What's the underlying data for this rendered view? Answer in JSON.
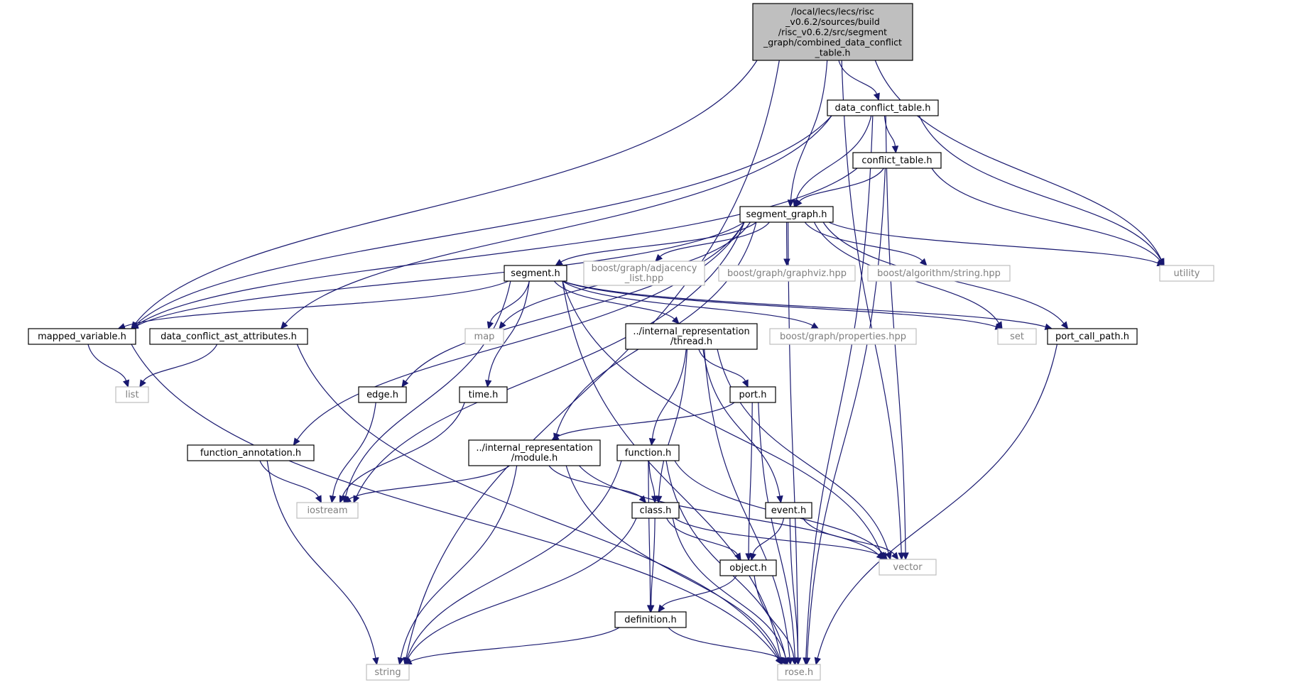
{
  "colors": {
    "edge": "#191970",
    "project_border": "#000000",
    "system_border": "#bfbfbf",
    "system_text": "#7f7f7f",
    "root_fill": "#bfbfbf",
    "background": "#ffffff"
  },
  "nodes": [
    {
      "id": "root",
      "kind": "root",
      "label": [
        "/local/lecs/lecs/risc",
        "_v0.6.2/sources/build",
        "/risc_v0.6.2/src/segment",
        "_graph/combined_data_conflict",
        "_table.h"
      ]
    },
    {
      "id": "dct",
      "kind": "project",
      "label": [
        "data_conflict_table.h"
      ]
    },
    {
      "id": "ct",
      "kind": "project",
      "label": [
        "conflict_table.h"
      ]
    },
    {
      "id": "sg",
      "kind": "project",
      "label": [
        "segment_graph.h"
      ]
    },
    {
      "id": "seg",
      "kind": "project",
      "label": [
        "segment.h"
      ]
    },
    {
      "id": "adj",
      "kind": "system",
      "label": [
        "boost/graph/adjacency",
        "_list.hpp"
      ]
    },
    {
      "id": "gviz",
      "kind": "system",
      "label": [
        "boost/graph/graphviz.hpp"
      ]
    },
    {
      "id": "alg",
      "kind": "system",
      "label": [
        "boost/algorithm/string.hpp"
      ]
    },
    {
      "id": "util",
      "kind": "system",
      "label": [
        "utility"
      ]
    },
    {
      "id": "mv",
      "kind": "project",
      "label": [
        "mapped_variable.h"
      ]
    },
    {
      "id": "dcaa",
      "kind": "project",
      "label": [
        "data_conflict_ast_attributes.h"
      ]
    },
    {
      "id": "map",
      "kind": "system",
      "label": [
        "map"
      ]
    },
    {
      "id": "thr",
      "kind": "project",
      "label": [
        "../internal_representation",
        "/thread.h"
      ]
    },
    {
      "id": "props",
      "kind": "system",
      "label": [
        "boost/graph/properties.hpp"
      ]
    },
    {
      "id": "set",
      "kind": "system",
      "label": [
        "set"
      ]
    },
    {
      "id": "pcp",
      "kind": "project",
      "label": [
        "port_call_path.h"
      ]
    },
    {
      "id": "list",
      "kind": "system",
      "label": [
        "list"
      ]
    },
    {
      "id": "edge",
      "kind": "project",
      "label": [
        "edge.h"
      ]
    },
    {
      "id": "time",
      "kind": "project",
      "label": [
        "time.h"
      ]
    },
    {
      "id": "port",
      "kind": "project",
      "label": [
        "port.h"
      ]
    },
    {
      "id": "fa",
      "kind": "project",
      "label": [
        "function_annotation.h"
      ]
    },
    {
      "id": "mod",
      "kind": "project",
      "label": [
        "../internal_representation",
        "/module.h"
      ]
    },
    {
      "id": "func",
      "kind": "project",
      "label": [
        "function.h"
      ]
    },
    {
      "id": "ios",
      "kind": "system",
      "label": [
        "iostream"
      ]
    },
    {
      "id": "cls",
      "kind": "project",
      "label": [
        "class.h"
      ]
    },
    {
      "id": "evt",
      "kind": "project",
      "label": [
        "event.h"
      ]
    },
    {
      "id": "obj",
      "kind": "project",
      "label": [
        "object.h"
      ]
    },
    {
      "id": "vec",
      "kind": "system",
      "label": [
        "vector"
      ]
    },
    {
      "id": "def",
      "kind": "project",
      "label": [
        "definition.h"
      ]
    },
    {
      "id": "str",
      "kind": "system",
      "label": [
        "string"
      ]
    },
    {
      "id": "rose",
      "kind": "system",
      "label": [
        "rose.h"
      ]
    }
  ],
  "edges": [
    [
      "root",
      "dct"
    ],
    [
      "root",
      "sg"
    ],
    [
      "root",
      "util"
    ],
    [
      "root",
      "mv"
    ],
    [
      "root",
      "vec"
    ],
    [
      "root",
      "str"
    ],
    [
      "dct",
      "ct"
    ],
    [
      "dct",
      "sg"
    ],
    [
      "dct",
      "util"
    ],
    [
      "dct",
      "mv"
    ],
    [
      "dct",
      "dcaa"
    ],
    [
      "dct",
      "vec"
    ],
    [
      "dct",
      "rose"
    ],
    [
      "ct",
      "sg"
    ],
    [
      "ct",
      "util"
    ],
    [
      "ct",
      "mv"
    ],
    [
      "ct",
      "rose"
    ],
    [
      "sg",
      "seg"
    ],
    [
      "sg",
      "adj"
    ],
    [
      "sg",
      "gviz"
    ],
    [
      "sg",
      "alg"
    ],
    [
      "sg",
      "util"
    ],
    [
      "sg",
      "mv"
    ],
    [
      "sg",
      "map"
    ],
    [
      "sg",
      "set"
    ],
    [
      "sg",
      "pcp"
    ],
    [
      "sg",
      "edge"
    ],
    [
      "sg",
      "fa"
    ],
    [
      "sg",
      "mod"
    ],
    [
      "sg",
      "ios"
    ],
    [
      "sg",
      "rose"
    ],
    [
      "seg",
      "mv"
    ],
    [
      "seg",
      "map"
    ],
    [
      "seg",
      "thr"
    ],
    [
      "seg",
      "props"
    ],
    [
      "seg",
      "set"
    ],
    [
      "seg",
      "pcp"
    ],
    [
      "seg",
      "time"
    ],
    [
      "seg",
      "ios"
    ],
    [
      "seg",
      "vec"
    ],
    [
      "seg",
      "rose"
    ],
    [
      "mv",
      "list"
    ],
    [
      "mv",
      "rose"
    ],
    [
      "dcaa",
      "list"
    ],
    [
      "dcaa",
      "rose"
    ],
    [
      "thr",
      "port"
    ],
    [
      "thr",
      "func"
    ],
    [
      "thr",
      "cls"
    ],
    [
      "thr",
      "evt"
    ],
    [
      "thr",
      "vec"
    ],
    [
      "thr",
      "rose"
    ],
    [
      "pcp",
      "rose"
    ],
    [
      "edge",
      "ios"
    ],
    [
      "time",
      "ios"
    ],
    [
      "port",
      "mod"
    ],
    [
      "port",
      "obj"
    ],
    [
      "port",
      "rose"
    ],
    [
      "fa",
      "ios"
    ],
    [
      "fa",
      "str"
    ],
    [
      "mod",
      "ios"
    ],
    [
      "mod",
      "cls"
    ],
    [
      "mod",
      "vec"
    ],
    [
      "mod",
      "str"
    ],
    [
      "mod",
      "rose"
    ],
    [
      "func",
      "cls"
    ],
    [
      "func",
      "def"
    ],
    [
      "func",
      "vec"
    ],
    [
      "func",
      "str"
    ],
    [
      "func",
      "rose"
    ],
    [
      "cls",
      "obj"
    ],
    [
      "cls",
      "def"
    ],
    [
      "cls",
      "vec"
    ],
    [
      "cls",
      "str"
    ],
    [
      "cls",
      "rose"
    ],
    [
      "evt",
      "obj"
    ],
    [
      "evt",
      "vec"
    ],
    [
      "evt",
      "rose"
    ],
    [
      "obj",
      "def"
    ],
    [
      "obj",
      "rose"
    ],
    [
      "def",
      "str"
    ],
    [
      "def",
      "rose"
    ]
  ]
}
